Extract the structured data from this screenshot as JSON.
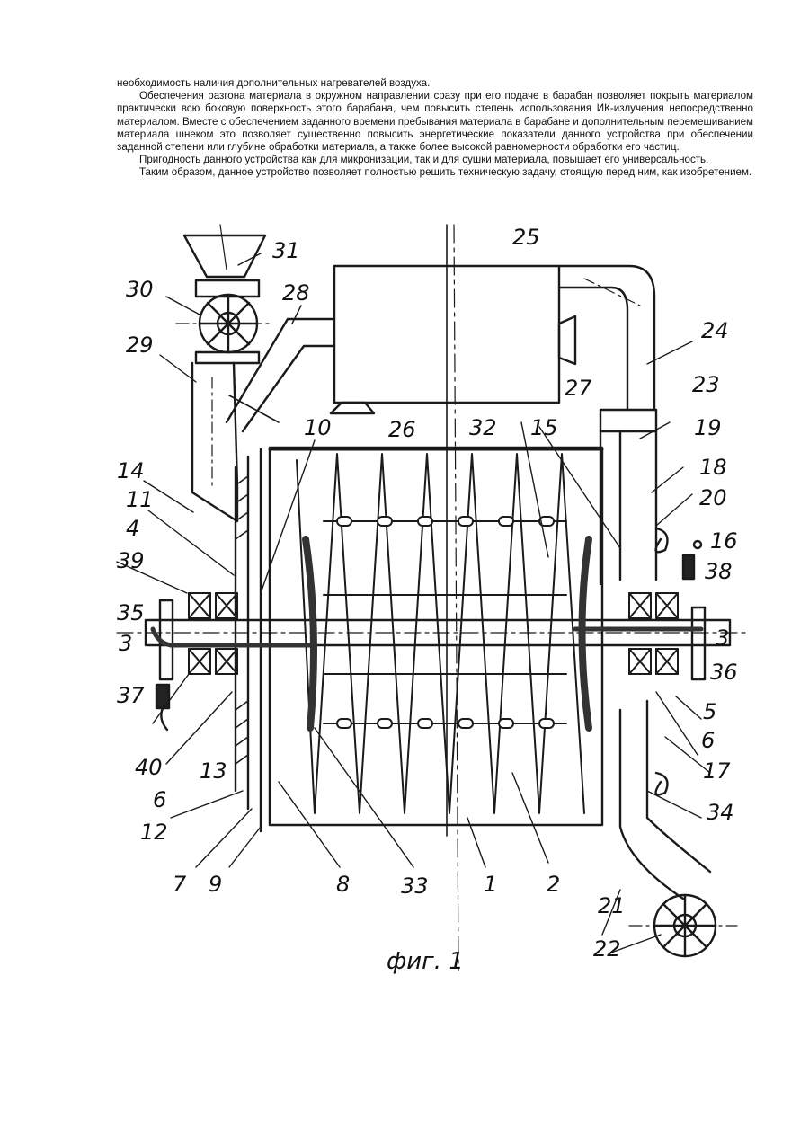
{
  "text": {
    "p1": "необходимость наличия дополнительных нагревателей воздуха.",
    "p2": "Обеспечения разгона материала в окружном направлении сразу при его подаче в барабан позволяет покрыть материалом практически всю боковую поверхность этого барабана, чем повысить степень использования ИК-излучения непосредственно материалом. Вместе с обеспечением заданного времени пребывания материала в барабане и дополнительным перемешиванием материала шнеком это позволяет существенно повысить энергетические показатели данного устройства при обеспечении заданной степени или глубине обработки материала, а также более высокой равномерности обработки его частиц.",
    "p3": "Пригодность данного устройства как для микронизации, так и для сушки материала, повышает его универсальность.",
    "p4": "Таким образом, данное устройство позволяет полностью решить техническую задачу, стоящую перед ним, как изобретением."
  },
  "figure": {
    "caption": "фиг. 1",
    "labels": {
      "l31": "31",
      "l30": "30",
      "l28": "28",
      "l25": "25",
      "l29": "29",
      "l24": "24",
      "l27": "27",
      "l23": "23",
      "l10": "10",
      "l26": "26",
      "l32": "32",
      "l15": "15",
      "l19": "19",
      "l18": "18",
      "l14": "14",
      "l20": "20",
      "l11": "11",
      "l4": "4",
      "l16": "16",
      "l39": "39",
      "l38": "38",
      "l35": "35",
      "l3a": "3",
      "l3b": "3",
      "l36": "36",
      "l37": "37",
      "l5": "5",
      "l6a": "6",
      "l6b": "6",
      "l40": "40",
      "l17": "17",
      "l13": "13",
      "l34": "34",
      "l12": "12",
      "l7": "7",
      "l9": "9",
      "l8": "8",
      "l33": "33",
      "l1": "1",
      "l2": "2",
      "l21": "21",
      "l22": "22"
    }
  }
}
